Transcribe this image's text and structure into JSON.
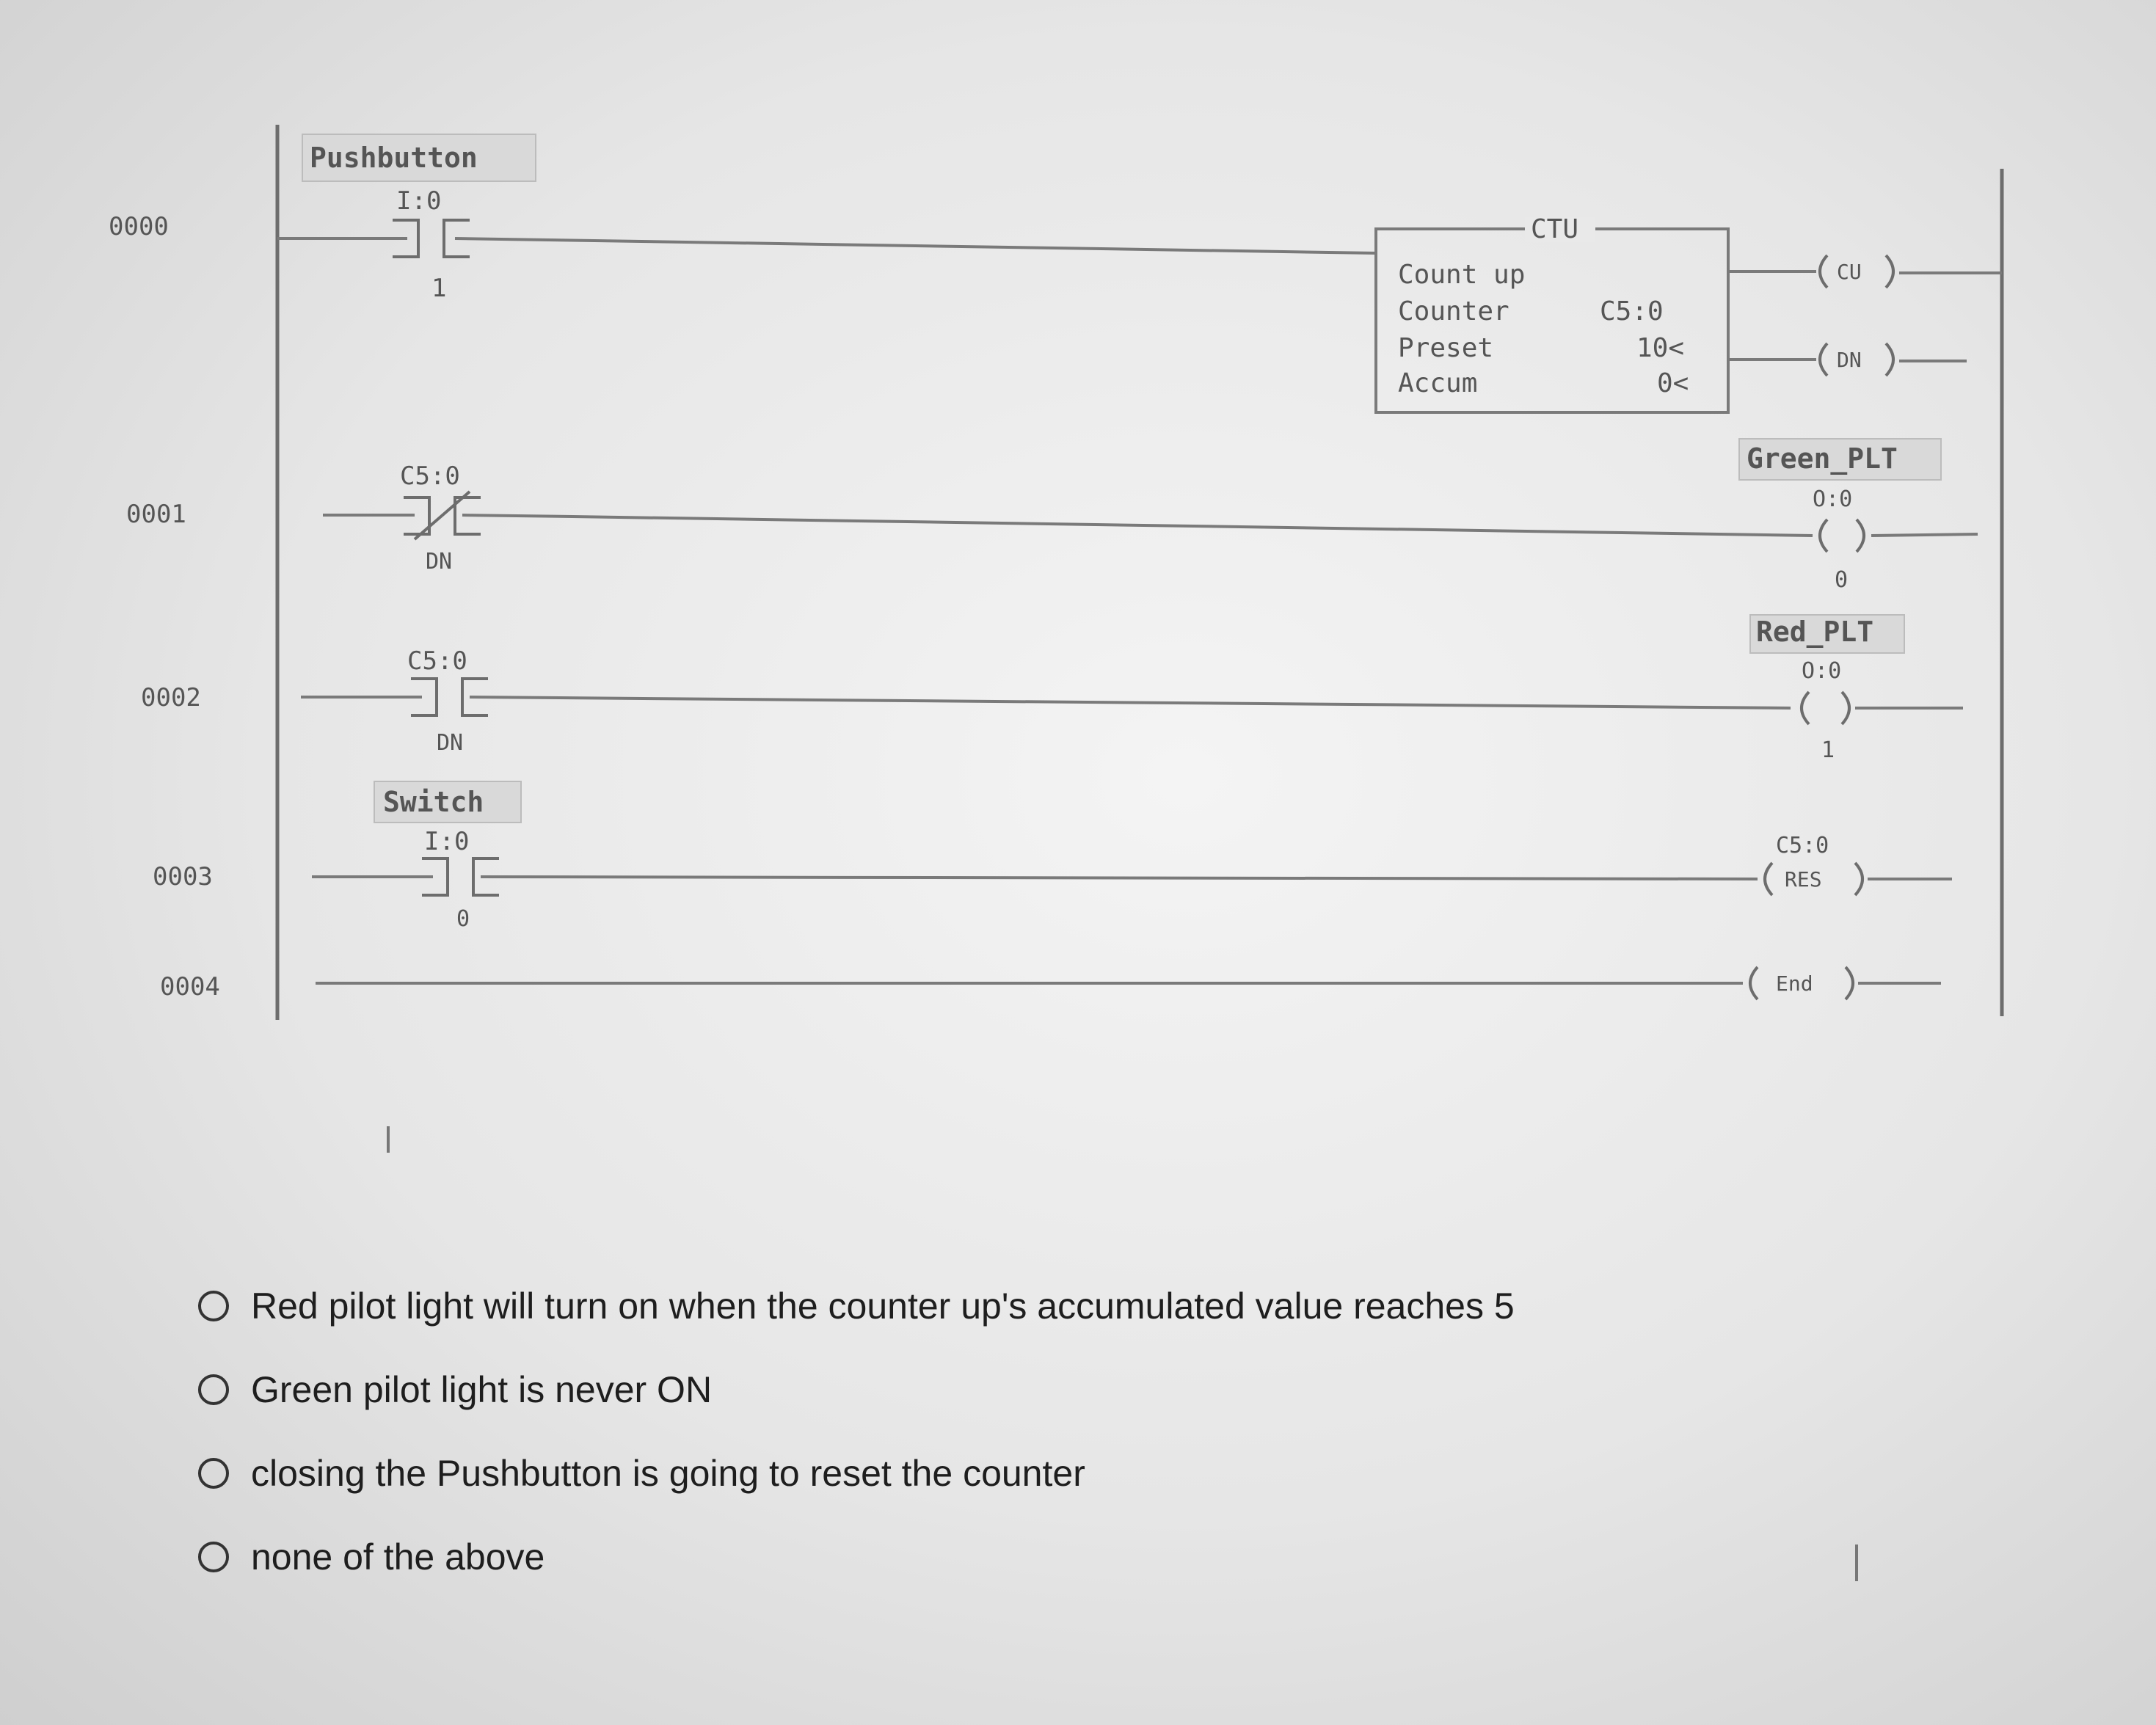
{
  "rungs": [
    {
      "number": "0000",
      "contact": {
        "label": "Pushbutton",
        "address": "I:0",
        "bit": "1"
      },
      "instruction": {
        "title": "CTU",
        "rows": [
          {
            "label": "Count up",
            "value": ""
          },
          {
            "label": "Counter",
            "value": "C5:0"
          },
          {
            "label": "Preset",
            "value": "10<"
          },
          {
            "label": "Accum",
            "value": "0<"
          }
        ]
      },
      "outputs": [
        "CU",
        "DN"
      ]
    },
    {
      "number": "0001",
      "contact": {
        "address": "C5:0",
        "bit": "DN"
      },
      "coil": {
        "label": "Green_PLT",
        "address": "O:0",
        "bit": "0"
      }
    },
    {
      "number": "0002",
      "contact": {
        "address": "C5:0",
        "bit": "DN"
      },
      "coil": {
        "label": "Red_PLT",
        "address": "O:0",
        "bit": "1"
      }
    },
    {
      "number": "0003",
      "contact": {
        "label": "Switch",
        "address": "I:0",
        "bit": "0"
      },
      "coil": {
        "address": "C5:0",
        "text": "RES"
      }
    },
    {
      "number": "0004",
      "coil": {
        "text": "End"
      }
    }
  ],
  "options": [
    "Red pilot light will turn on when the counter up's accumulated value reaches 5",
    "Green pilot light is never ON",
    "closing the Pushbutton is going to reset the counter",
    "none of the above"
  ]
}
